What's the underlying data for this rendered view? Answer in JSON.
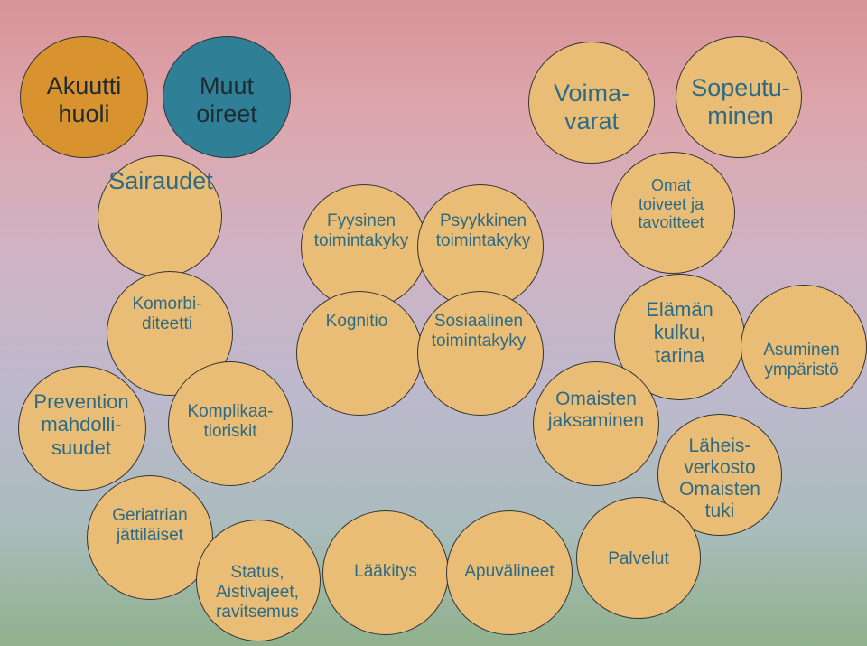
{
  "nodes": [
    {
      "id": "akuutti-huoli",
      "text": "Akuutti\nhuoli"
    },
    {
      "id": "muut-oireet",
      "text": "Muut\noireet"
    },
    {
      "id": "voimavarat",
      "text": "Voima-\nvarat"
    },
    {
      "id": "sopeutuminen",
      "text": "Sopeutu-\nminen"
    },
    {
      "id": "sairaudet",
      "text": "Sairaudet"
    },
    {
      "id": "fyysinen",
      "text": "Fyysinen\ntoimintakyky"
    },
    {
      "id": "psyykkinen",
      "text": "Psyykkinen\ntoimintakyky"
    },
    {
      "id": "omat-toiveet",
      "text": "Omat\ntoiveet ja\ntavoitteet"
    },
    {
      "id": "komorbiditeetti",
      "text": "Komorbi-\nditeetti"
    },
    {
      "id": "kognitio",
      "text": "Kognitio"
    },
    {
      "id": "sosiaalinen",
      "text": "Sosiaalinen\ntoimintakyky"
    },
    {
      "id": "elaman-kulku",
      "text": "Elämän\nkulku,\ntarina"
    },
    {
      "id": "asuminen",
      "text": "Asuminen\nympäristö"
    },
    {
      "id": "prevention",
      "text": "Prevention\nmahdolli-\nsuudet"
    },
    {
      "id": "komplikaatioriskit",
      "text": "Komplikaa-\ntioriskit"
    },
    {
      "id": "omaisten-jaksaminen",
      "text": "Omaisten\njaksaminen"
    },
    {
      "id": "laheisverkosto",
      "text": "Läheis-\nverkosto\nOmaisten\ntuki"
    },
    {
      "id": "geriatrian",
      "text": "Geriatrian\njättiläiset"
    },
    {
      "id": "status",
      "text": "Status,\nAistivajeet,\nravitsemus"
    },
    {
      "id": "laakitys",
      "text": "Lääkitys"
    },
    {
      "id": "apuvalineet",
      "text": "Apuvälineet"
    },
    {
      "id": "palvelut",
      "text": "Palvelut"
    }
  ]
}
